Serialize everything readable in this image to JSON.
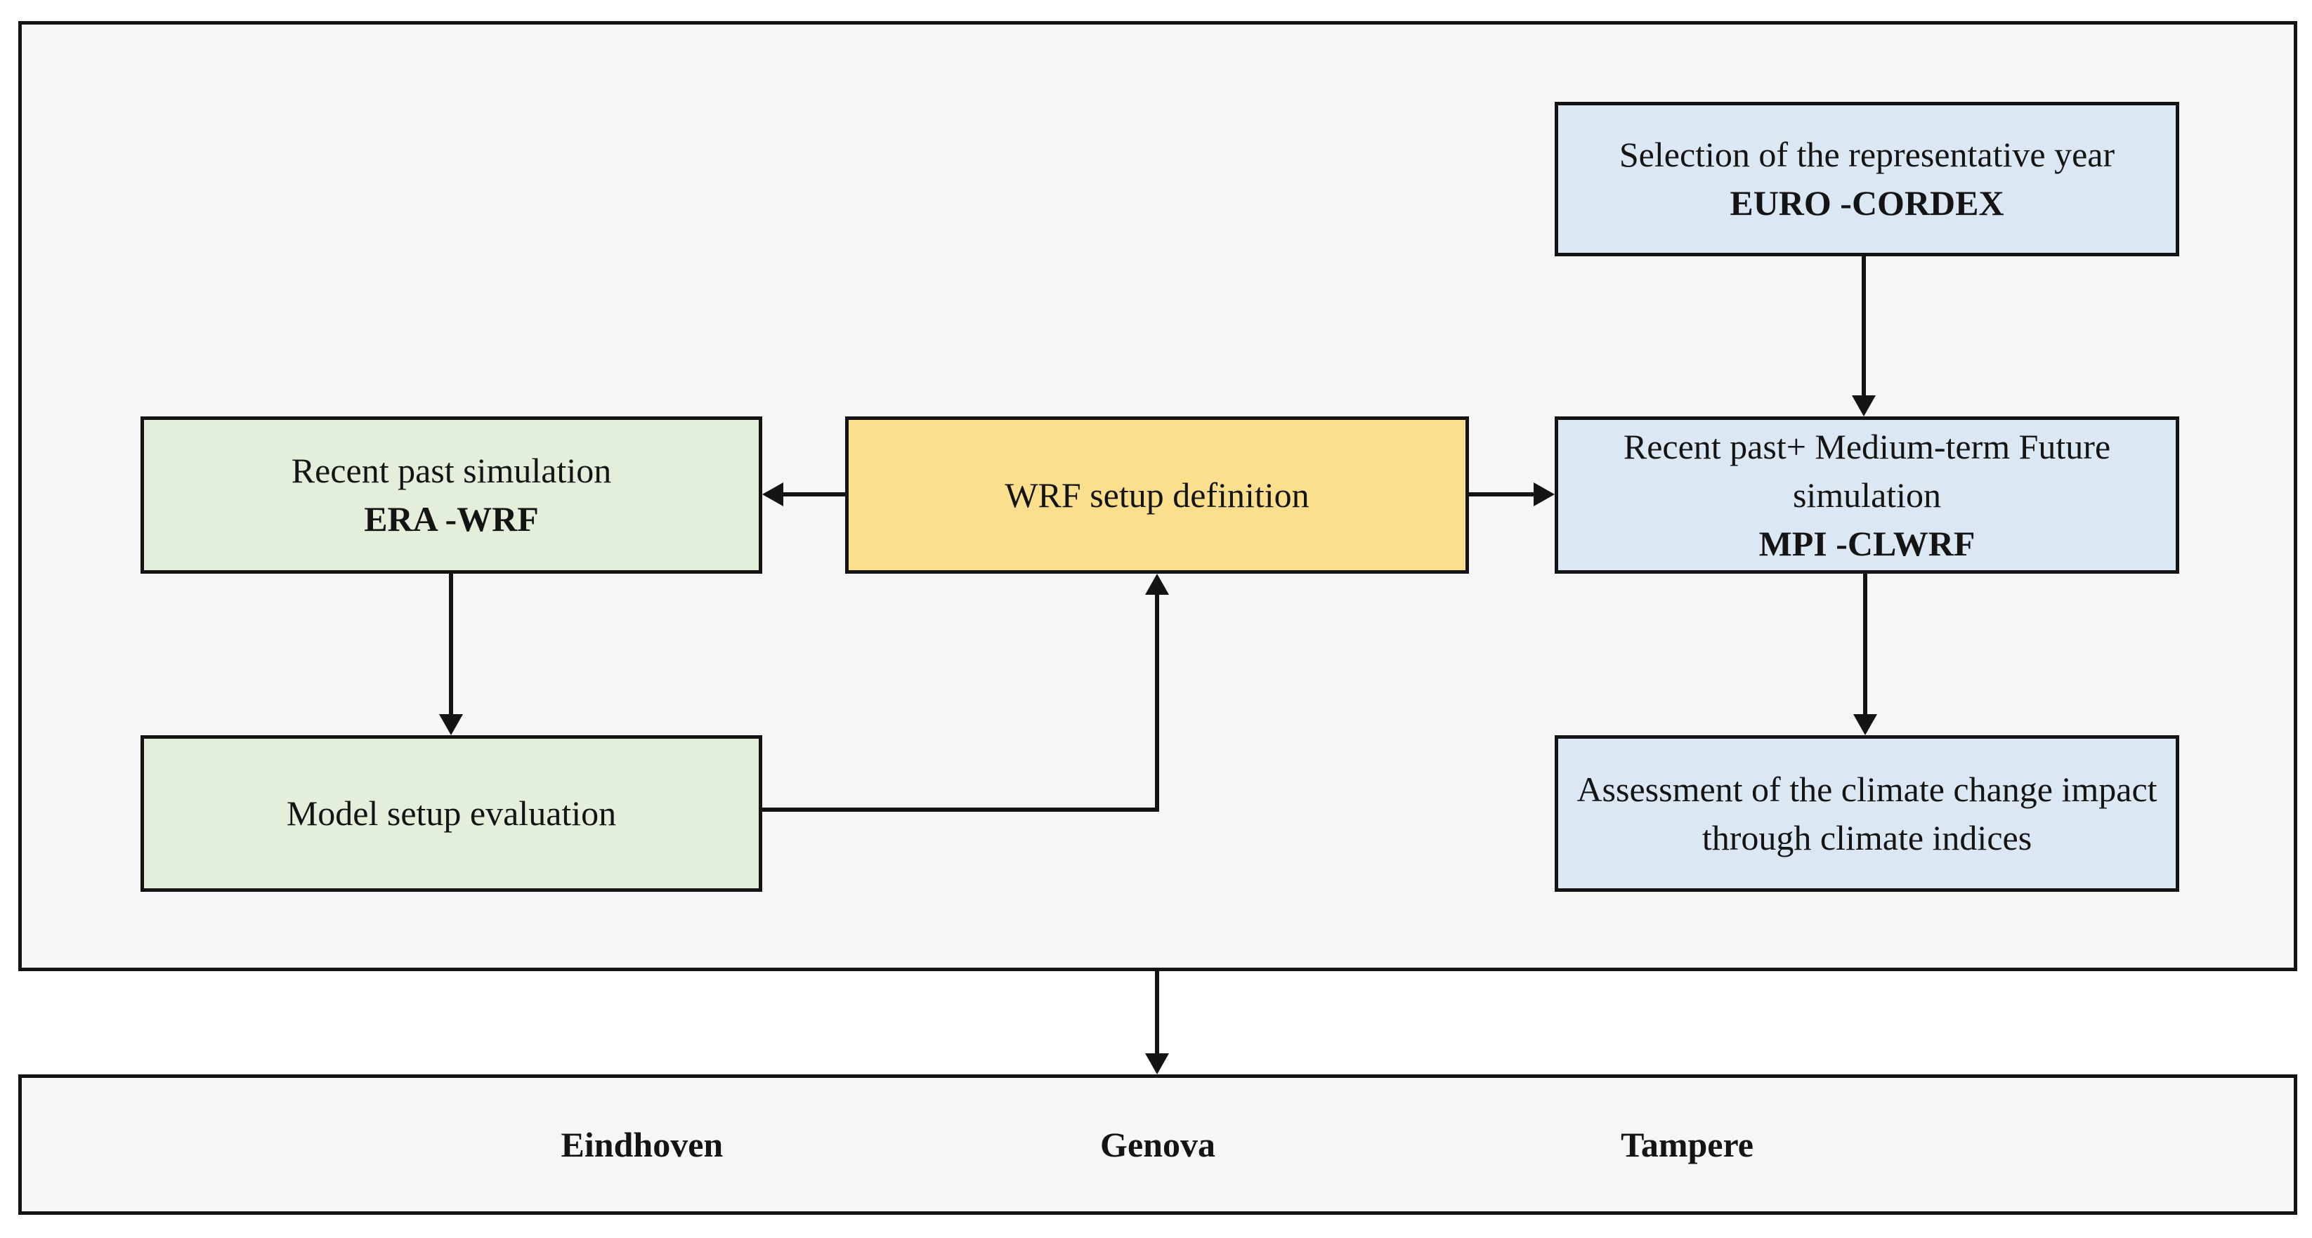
{
  "diagram": {
    "colors": {
      "background": "#ffffff",
      "panel_fill": "#f6f6f7",
      "border": "#141414",
      "arrow": "#141414",
      "blue_node": "#dbe7f3",
      "green_node": "#e3efda",
      "yellow_node": "#fcdf8d"
    },
    "nodes": {
      "selection": {
        "line1": "Selection of the representative year",
        "line2": "EURO -CORDEX",
        "fill": "#dbe7f3"
      },
      "recent_past": {
        "line1": "Recent past simulation",
        "line2": "ERA -WRF",
        "fill": "#e3efda"
      },
      "wrf_setup": {
        "line1": "WRF setup definition",
        "fill": "#fcdf8d"
      },
      "mpi": {
        "line1": "Recent past+ Medium-term Future simulation",
        "line2": "MPI -CLWRF",
        "fill": "#dbe7f3"
      },
      "model_eval": {
        "line1": "Model setup evaluation",
        "fill": "#e3efda"
      },
      "assessment": {
        "line1": "Assessment of the climate change impact through climate indices",
        "fill": "#dbe7f3"
      }
    },
    "arrows": [
      {
        "from": "selection",
        "to": "mpi"
      },
      {
        "from": "wrf_setup",
        "to": "recent_past"
      },
      {
        "from": "wrf_setup",
        "to": "mpi"
      },
      {
        "from": "recent_past",
        "to": "model_eval"
      },
      {
        "from": "model_eval",
        "to": "wrf_setup"
      },
      {
        "from": "mpi",
        "to": "assessment"
      },
      {
        "from": "workflow-panel",
        "to": "cities-panel"
      }
    ],
    "cities": {
      "city1": "Eindhoven",
      "city2": "Genova",
      "city3": "Tampere"
    }
  }
}
